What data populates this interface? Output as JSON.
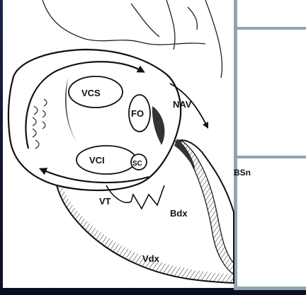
{
  "diagram": {
    "labels": {
      "vcs": "VCS",
      "fo": "FO",
      "nav": "NAV",
      "vci": "VCI",
      "sc": "SC",
      "bsn": "BSn",
      "vt": "VT",
      "bdx": "Bdx",
      "vdx": "Vdx"
    }
  },
  "colors": {
    "slide_background": "#141a3c",
    "panel_border": "#8fa6ad",
    "ink": "#111111"
  }
}
